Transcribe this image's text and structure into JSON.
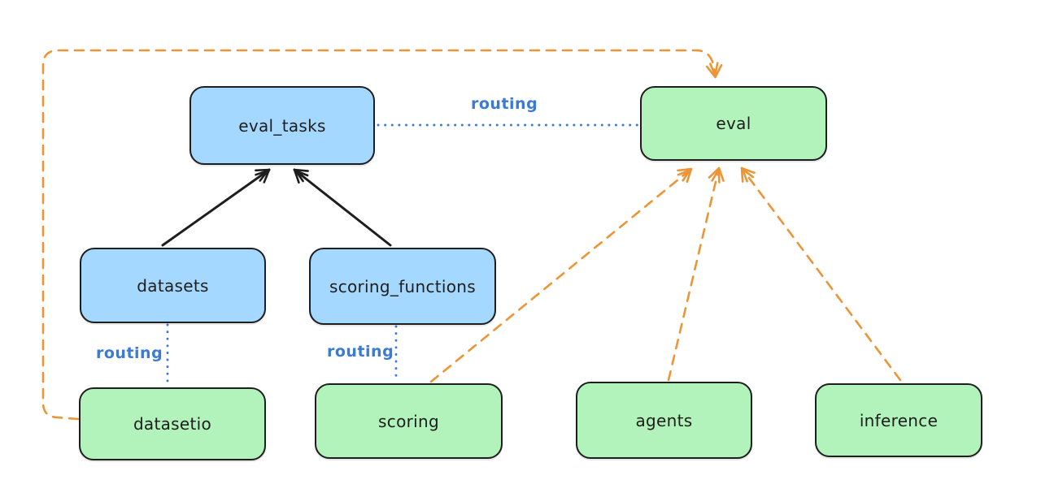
{
  "diagram": {
    "nodes": {
      "eval_tasks": {
        "label": "eval_tasks",
        "fill": "blue"
      },
      "eval": {
        "label": "eval",
        "fill": "green"
      },
      "datasets": {
        "label": "datasets",
        "fill": "blue"
      },
      "scoring_functions": {
        "label": "scoring_functions",
        "fill": "blue"
      },
      "datasetio": {
        "label": "datasetio",
        "fill": "green"
      },
      "scoring": {
        "label": "scoring",
        "fill": "green"
      },
      "agents": {
        "label": "agents",
        "fill": "green"
      },
      "inference": {
        "label": "inference",
        "fill": "green"
      }
    },
    "edge_labels": {
      "routing": "routing"
    },
    "edges": [
      {
        "from": "datasets",
        "to": "eval_tasks",
        "style": "solid",
        "color": "black"
      },
      {
        "from": "scoring_functions",
        "to": "eval_tasks",
        "style": "solid",
        "color": "black"
      },
      {
        "from": "eval_tasks",
        "to": "eval",
        "style": "dotted",
        "color": "blue",
        "label": "routing"
      },
      {
        "from": "datasets",
        "to": "datasetio",
        "style": "dotted",
        "color": "blue",
        "label": "routing"
      },
      {
        "from": "scoring_functions",
        "to": "scoring",
        "style": "dotted",
        "color": "blue",
        "label": "routing"
      },
      {
        "from": "datasetio",
        "to": "eval",
        "style": "dashed",
        "color": "orange"
      },
      {
        "from": "scoring",
        "to": "eval",
        "style": "dashed",
        "color": "orange"
      },
      {
        "from": "agents",
        "to": "eval",
        "style": "dashed",
        "color": "orange"
      },
      {
        "from": "inference",
        "to": "eval",
        "style": "dashed",
        "color": "orange"
      }
    ],
    "colors": {
      "node_fill_blue": "#a5d8ff",
      "node_fill_green": "#b2f2bb",
      "node_stroke": "#1e1e1e",
      "edge_black": "#1e1e1e",
      "edge_blue": "#3c7bd3",
      "edge_orange": "#ec9536",
      "background": "#ffffff"
    }
  }
}
